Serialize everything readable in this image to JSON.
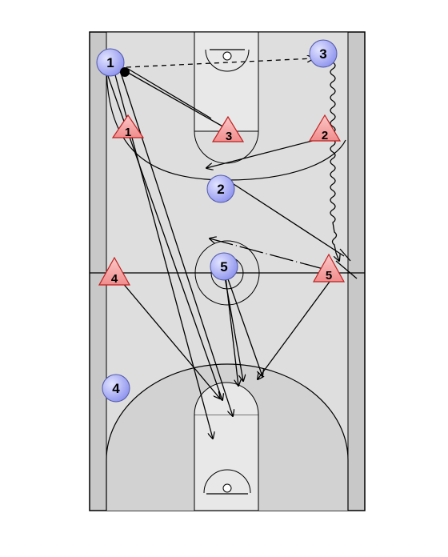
{
  "colors": {
    "background": "#ffffff",
    "court_outer": "#c8c8c8",
    "court_inner": "#dcdcdc",
    "line": "#000000",
    "offense_fill": "#9fa3f2",
    "offense_fill_light": "#d6d8ff",
    "defense_fill": "#f5a0a0",
    "defense_stroke": "#c02020",
    "ball": "#000000"
  },
  "offense": [
    {
      "id": "o1",
      "label": "1"
    },
    {
      "id": "o2",
      "label": "2"
    },
    {
      "id": "o3",
      "label": "3"
    },
    {
      "id": "o4",
      "label": "4"
    },
    {
      "id": "o5",
      "label": "5"
    }
  ],
  "defense": [
    {
      "id": "x1",
      "label": "1"
    },
    {
      "id": "x2",
      "label": "2"
    },
    {
      "id": "x3",
      "label": "3"
    },
    {
      "id": "x4",
      "label": "4"
    },
    {
      "id": "x5",
      "label": "5"
    }
  ],
  "actions": {
    "pass": "o1 to o3",
    "dribble": "o3 down right sideline",
    "screen": "o5 screen",
    "cuts": [
      "o1 cut",
      "o2 cut",
      "o5 roll"
    ],
    "defense_rotations": [
      "x1",
      "x3",
      "x2",
      "x4",
      "x5"
    ]
  }
}
